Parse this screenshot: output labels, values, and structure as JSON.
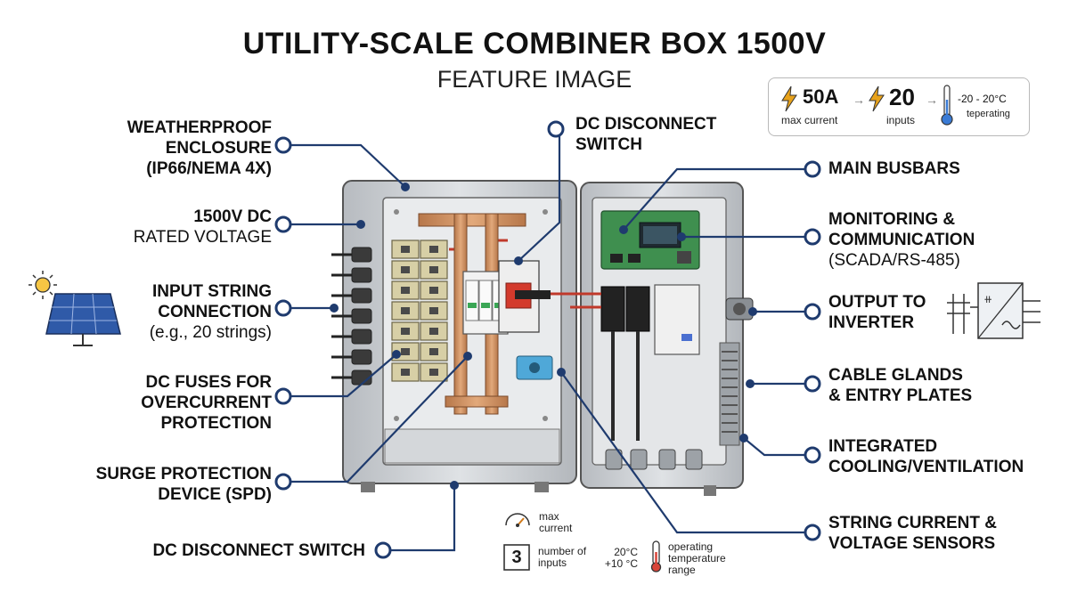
{
  "title": "UTILITY-SCALE COMBINER BOX 1500V",
  "subtitle": "FEATURE IMAGE",
  "spec_box": {
    "current_value": "50A",
    "current_caption": "max current",
    "inputs_value": "20",
    "inputs_caption": "inputs",
    "temp_value": "-20 - 20°C",
    "temp_caption": "teperating"
  },
  "labels_left": [
    {
      "lines_bold": [
        "WEATHERPROOF",
        "ENCLOSURE",
        "(IP66/NEMA 4X)"
      ],
      "lines_normal": []
    },
    {
      "lines_bold": [
        "1500V DC"
      ],
      "lines_normal": [
        "RATED VOLTAGE"
      ]
    },
    {
      "lines_bold": [
        "INPUT STRING",
        "CONNECTION"
      ],
      "lines_normal": [
        "(e.g., 20 strings)"
      ]
    },
    {
      "lines_bold": [
        "DC FUSES FOR",
        "OVERCURRENT",
        "PROTECTION"
      ],
      "lines_normal": []
    },
    {
      "lines_bold": [
        "SURGE PROTECTION",
        "DEVICE (SPD)"
      ],
      "lines_normal": []
    }
  ],
  "label_bottom": "DC DISCONNECT SWITCH",
  "label_top_center": [
    "DC DISCONNECT",
    "SWITCH"
  ],
  "labels_right": [
    {
      "lines_bold": [
        "MAIN BUSBARS"
      ],
      "lines_normal": []
    },
    {
      "lines_bold": [
        "MONITORING &",
        "COMMUNICATION"
      ],
      "lines_normal": [
        "(SCADA/RS-485)"
      ]
    },
    {
      "lines_bold": [
        "OUTPUT TO",
        "INVERTER"
      ],
      "lines_normal": []
    },
    {
      "lines_bold": [
        "CABLE GLANDS",
        "& ENTRY PLATES"
      ],
      "lines_normal": []
    },
    {
      "lines_bold": [
        "INTEGRATED",
        "COOLING/VENTILATION"
      ],
      "lines_normal": []
    },
    {
      "lines_bold": [
        "STRING CURRENT &",
        "VOLTAGE SENSORS"
      ],
      "lines_normal": []
    }
  ],
  "legend": {
    "gauge_text_1": "max",
    "gauge_text_2": "current",
    "inputs_number": "3",
    "inputs_text_1": "number of",
    "inputs_text_2": "inputs",
    "temp_line_1": "20°C",
    "temp_line_2": "+10 °C",
    "temp_text_1": "operating",
    "temp_text_2": "temperature",
    "temp_text_3": "range"
  },
  "icons": [
    "sun-icon",
    "solar-panel-icon",
    "inverter-icon",
    "lightning-icon",
    "thermometer-icon",
    "gauge-icon"
  ],
  "colors": {
    "callout": "#1f3b6e",
    "enclosure": "#c9ccd0",
    "copper": "#c98a5a",
    "fuse": "#cfc59a",
    "pcb": "#3f8f4f",
    "lightning": "#e8a21a",
    "thermo_red": "#d8453a"
  }
}
